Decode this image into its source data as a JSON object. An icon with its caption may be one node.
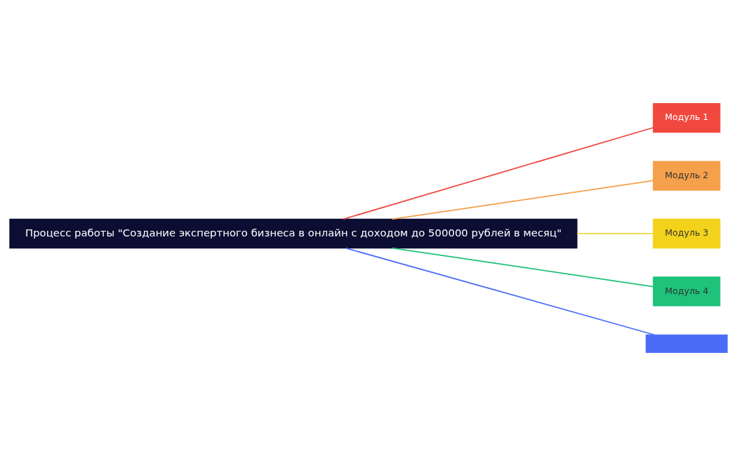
{
  "diagram": {
    "nodes": [
      {
        "text": [
          "Процесс работы \"Создание экспертного бизнеса в онлайн с доходом до 500000 рублей в месяц\""
        ]
      },
      {
        "text": [
          "Модуль 1"
        ]
      },
      {
        "text": [
          "Модуль 2"
        ]
      },
      {
        "text": [
          "Модуль 3"
        ]
      },
      {
        "text": [
          "Модуль 4"
        ]
      },
      {
        "text": [],
        "shape": "box"
      }
    ],
    "edges": [
      {
        "from": 0,
        "to": 1,
        "arrow": "none",
        "color": "#f0483e"
      },
      {
        "from": 0,
        "to": 2,
        "arrow": "none",
        "color": "#f5a04a"
      },
      {
        "from": 0,
        "to": 3,
        "arrow": "none",
        "color": "#f2d21b"
      },
      {
        "from": 0,
        "to": 4,
        "arrow": "none",
        "color": "#1ec27a"
      },
      {
        "from": 0,
        "to": 5,
        "arrow": "none",
        "color": "#4a6cf7"
      }
    ]
  }
}
